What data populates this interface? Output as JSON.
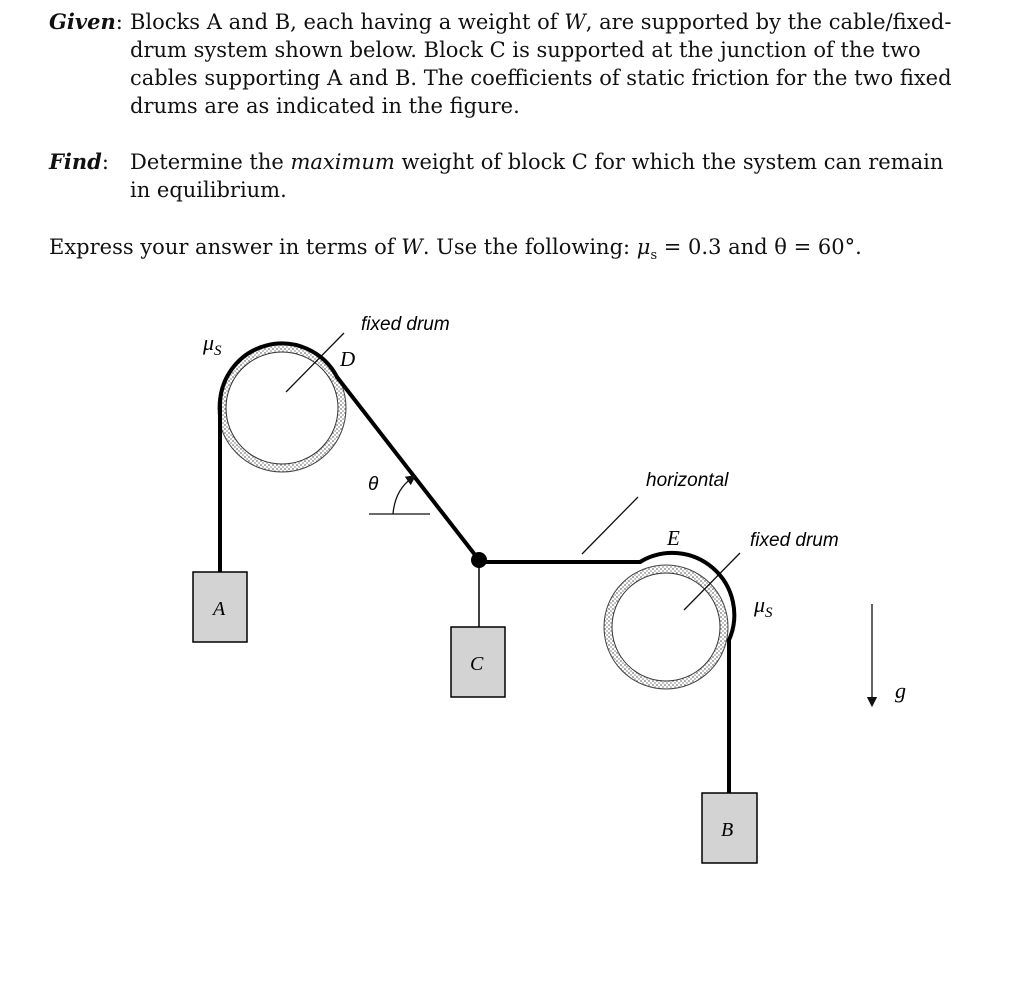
{
  "given": {
    "label": "Given",
    "line1_a": "Blocks A and B, each having a weight of ",
    "line1_w": "W",
    "line1_b": ", are supported by the cable/fixed-",
    "line2": "drum system shown below. Block C is supported at the junction of the two",
    "line3": "cables supporting A and B. The coefficients of static friction for the two fixed",
    "line4": "drums are as indicated in the figure."
  },
  "find": {
    "label": "Find",
    "line1_a": "Determine the ",
    "line1_em": "maximum",
    "line1_b": " weight of block C for which the system can remain",
    "line2": "in equilibrium."
  },
  "express": {
    "a": "Express your answer in terms of ",
    "w": "W",
    "b": ". Use the following: ",
    "mu": "μ",
    "mu_sub": "s",
    "c": " = 0.3 and θ = 60°."
  },
  "figure": {
    "fixed_drum_1": "fixed drum",
    "fixed_drum_2": "fixed drum",
    "mu_s_1": "μ",
    "mu_s_1_sub": "S",
    "mu_s_2": "μ",
    "mu_s_2_sub": "S",
    "point_d": "D",
    "point_e": "E",
    "theta": "θ",
    "horizontal": "horizontal",
    "block_a": "A",
    "block_b": "B",
    "block_c": "C",
    "gravity": "g"
  }
}
